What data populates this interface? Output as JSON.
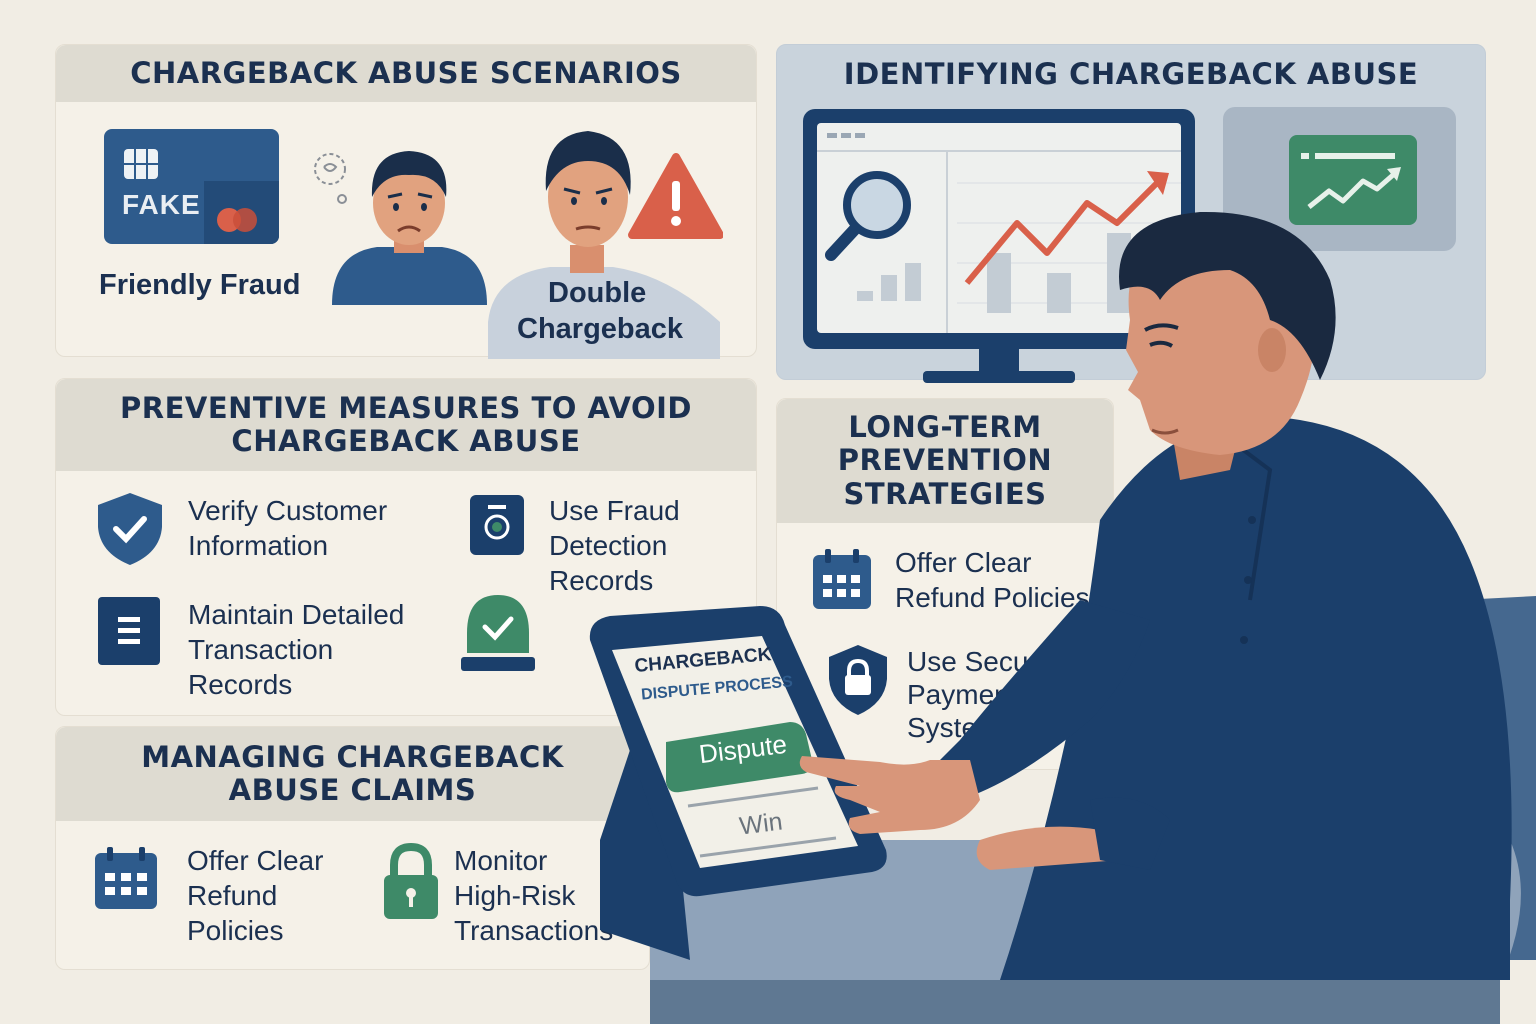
{
  "scenarios": {
    "title": "CHARGEBACK ABUSE SCENARIOS",
    "fake_card_label": "FAKE",
    "friendly_fraud_label": "Friendly Fraud",
    "double_chargeback_line1": "Double",
    "double_chargeback_line2": "Chargeback"
  },
  "identifying": {
    "title": "IDENTIFYING CHARGEBACK ABUSE"
  },
  "preventive": {
    "title_line1": "PREVENTIVE MEASURES TO AVOID",
    "title_line2": "CHARGEBACK ABUSE",
    "items": [
      {
        "icon": "shield-check-icon",
        "lines": [
          "Verify Customer",
          "Information"
        ]
      },
      {
        "icon": "fraud-detection-icon",
        "lines": [
          "Use Fraud",
          "Detection",
          "Records"
        ]
      },
      {
        "icon": "document-icon",
        "lines": [
          "Maintain Detailed",
          "Transaction",
          "Records"
        ]
      },
      {
        "icon": "approved-check-icon",
        "lines": []
      }
    ]
  },
  "managing": {
    "title_line1": "MANAGING CHARGEBACK",
    "title_line2": "ABUSE CLAIMS",
    "items": [
      {
        "icon": "calendar-icon",
        "lines": [
          "Offer Clear",
          "Refund",
          "Policies"
        ]
      },
      {
        "icon": "padlock-icon",
        "lines": [
          "Monitor",
          "High-Risk",
          "Transactions"
        ]
      }
    ]
  },
  "longterm": {
    "title_line1": "LONG-TERM",
    "title_line2": "PREVENTION",
    "title_line3": "STRATEGIES",
    "items": [
      {
        "icon": "calendar-icon",
        "lines": [
          "Offer Clear",
          "Refund Policies"
        ]
      },
      {
        "icon": "lock-shield-icon",
        "lines": [
          "Use Secure",
          "Payment",
          "Systems"
        ]
      }
    ]
  },
  "tablet": {
    "title": "CHARGEBACK",
    "subtitle": "DISPUTE PROCESS",
    "dispute_button": "Dispute",
    "win_label": "Win"
  },
  "colors": {
    "navy": "#1b3f6b",
    "heading": "#1b3050",
    "green": "#3e8a68",
    "red": "#d9604a",
    "panel_head": "#dedbd1",
    "screen_bg": "#c9d3dc"
  }
}
